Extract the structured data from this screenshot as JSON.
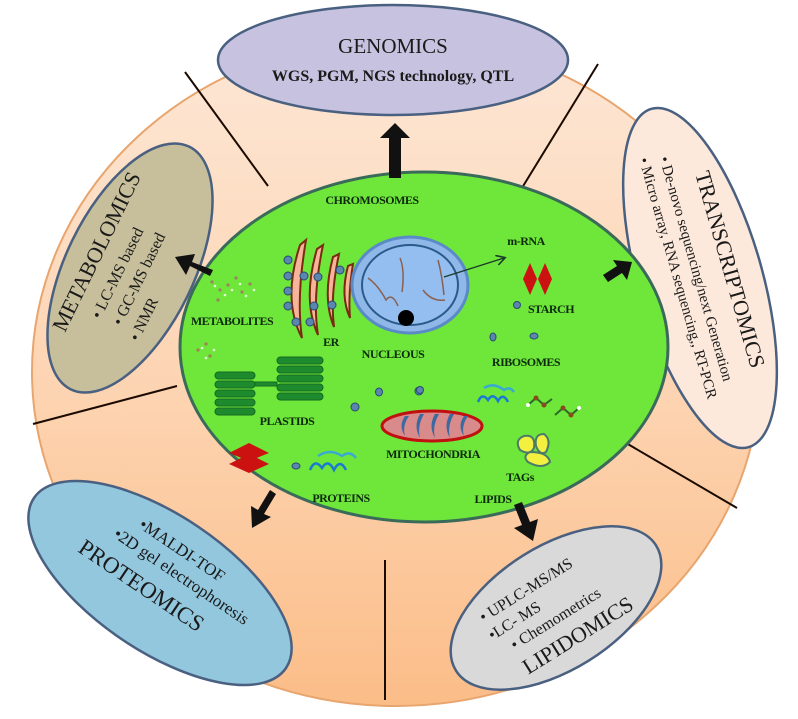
{
  "diagram": {
    "type": "omics-overview-of-plant-cell",
    "colors": {
      "ring_top": "#fde3cf",
      "ring_bottom": "#fcbf8e",
      "ring_stroke": "#e8a56d",
      "cell_fill": "#6ee63a",
      "cell_stroke": "#3a6a5a",
      "oval_stroke": "#4a6080",
      "genomics": "#c6c2e0",
      "metabolomics": "#c7bf9c",
      "transcriptomics": "#fde9db",
      "proteomics": "#93c7de",
      "lipidomics": "#d9d9d9",
      "arrow": "#111111"
    },
    "omics": {
      "genomics": {
        "title": "GENOMICS",
        "items": [
          "WGS, PGM, NGS technology, QTL"
        ]
      },
      "metabolomics": {
        "title": "METABOLOMICS",
        "items": [
          "• LC-MS based",
          "• GC-MS based",
          "• NMR"
        ]
      },
      "transcriptomics": {
        "title": "TRANSCRIPTOMICS",
        "items": [
          "• De-novo sequencing/next Generation",
          "• Micro array, RNA sequencing,, RT-PCR"
        ]
      },
      "proteomics": {
        "title": "PROTEOMICS",
        "items": [
          "•MALDI-TOF",
          "•2D gel electrophoresis"
        ]
      },
      "lipidomics": {
        "title": "LIPIDOMICS",
        "items": [
          "• UPLC-MS/MS",
          "•LC- MS",
          "• Chemometrics"
        ]
      }
    },
    "cell_labels": {
      "chromosomes": "CHROMOSOMES",
      "mrna": "m-RNA",
      "starch": "STARCH",
      "metabolites": "METABOLITES",
      "er": "ER",
      "nucleous": "NUCLEOUS",
      "ribosomes": "RIBOSOMES",
      "plastids": "PLASTIDS",
      "mitochondria": "MITOCHONDRIA",
      "tags": "TAGs",
      "proteins": "PROTEINS",
      "lipids": "LIPIDS"
    }
  }
}
